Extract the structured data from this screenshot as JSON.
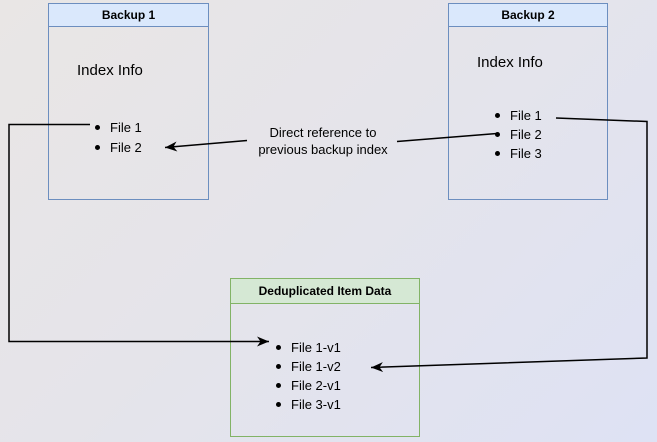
{
  "background": {
    "from": "#e9e6e5",
    "to": "#dee2f4"
  },
  "colors": {
    "blue_fill": "#dae8fc",
    "blue_stroke": "#6c8ebf",
    "green_fill": "#d5e8d4",
    "green_stroke": "#82b366",
    "line": "#000000"
  },
  "backup1": {
    "title": "Backup 1",
    "subtitle": "Index Info",
    "items": [
      "File 1",
      "File 2"
    ]
  },
  "backup2": {
    "title": "Backup 2",
    "subtitle": "Index Info",
    "items": [
      "File 1",
      "File 2",
      "File 3"
    ]
  },
  "dedup": {
    "title": "Deduplicated Item Data",
    "items": [
      "File 1-v1",
      "File 1-v2",
      "File 2-v1",
      "File 3-v1"
    ]
  },
  "annotation": {
    "line1": "Direct reference to",
    "line2": "previous backup index"
  }
}
